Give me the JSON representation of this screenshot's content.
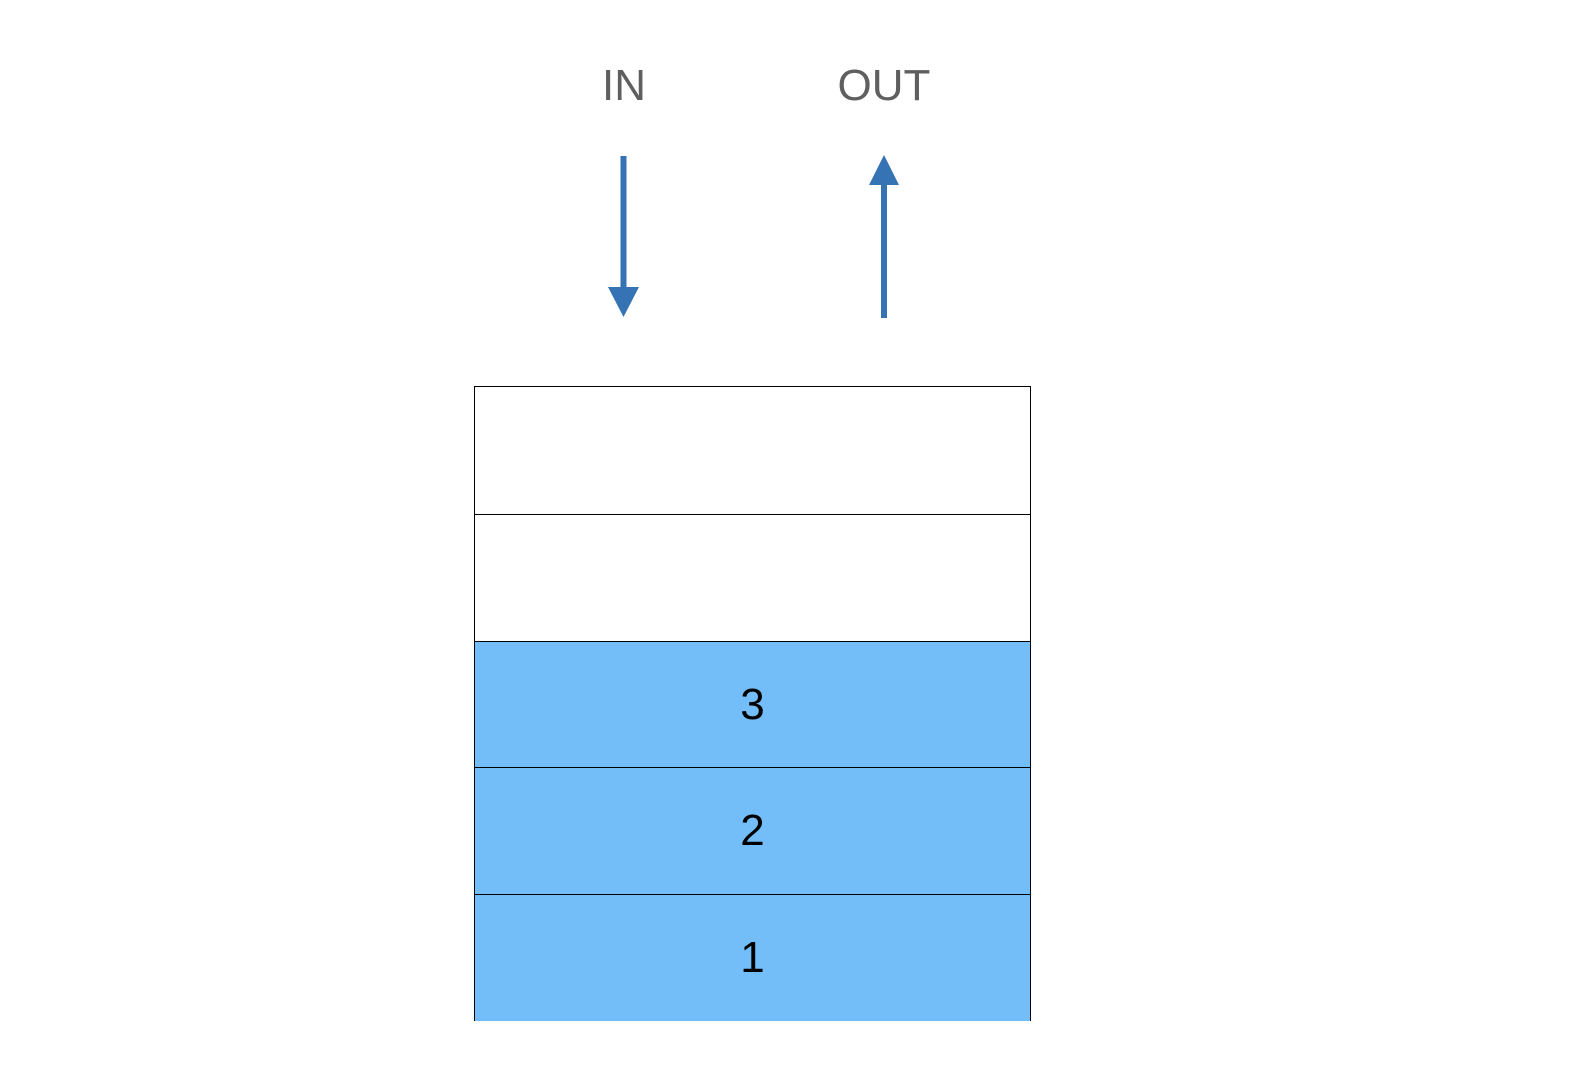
{
  "labels": {
    "in": "IN",
    "out": "OUT"
  },
  "stack": {
    "slots": [
      {
        "value": "",
        "filled": false
      },
      {
        "value": "",
        "filled": false
      },
      {
        "value": "3",
        "filled": true
      },
      {
        "value": "2",
        "filled": true
      },
      {
        "value": "1",
        "filled": true
      }
    ]
  },
  "colors": {
    "arrow": "#3573b5",
    "filled_slot": "#73bef8",
    "label_text": "#5f5f5f"
  },
  "icons": {
    "in_arrow": "arrow-down-icon",
    "out_arrow": "arrow-up-icon"
  }
}
